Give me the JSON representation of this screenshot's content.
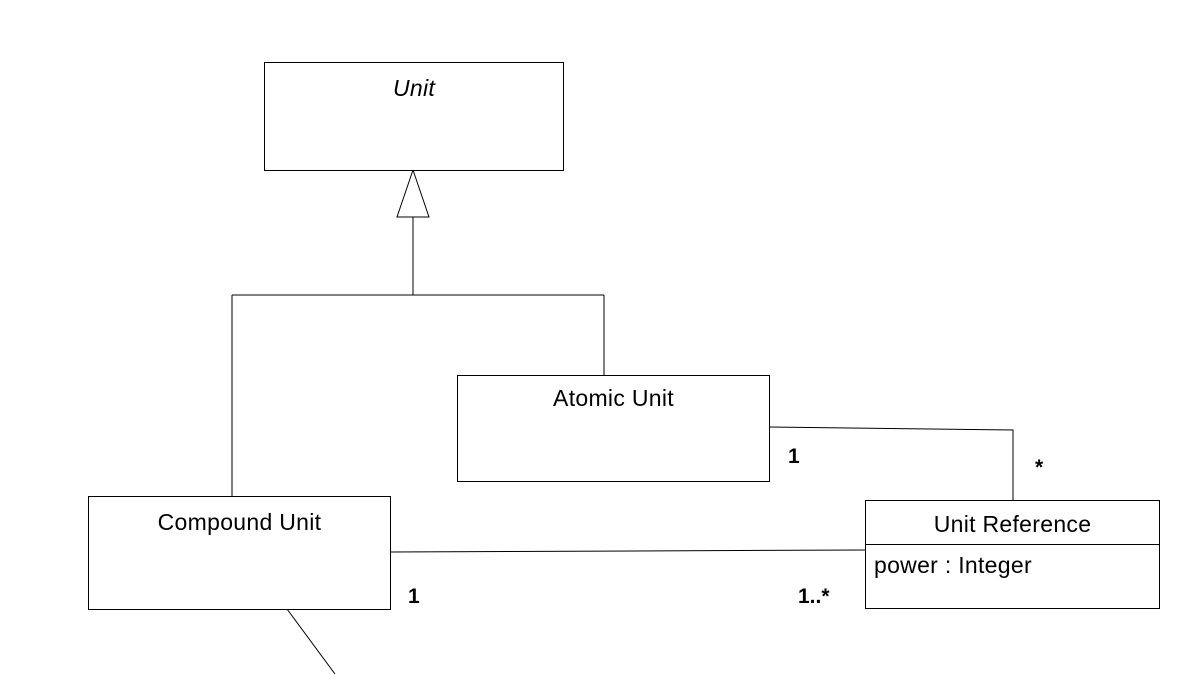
{
  "classes": {
    "unit": {
      "name": "Unit"
    },
    "atomic_unit": {
      "name": "Atomic Unit"
    },
    "compound_unit": {
      "name": "Compound Unit"
    },
    "unit_reference": {
      "name": "Unit Reference",
      "attribute": "power : Integer"
    }
  },
  "multiplicities": {
    "atomic_to_reference_atomic_end": "1",
    "atomic_to_reference_reference_end": "*",
    "compound_to_reference_compound_end": "1",
    "compound_to_reference_reference_end": "1..*"
  }
}
